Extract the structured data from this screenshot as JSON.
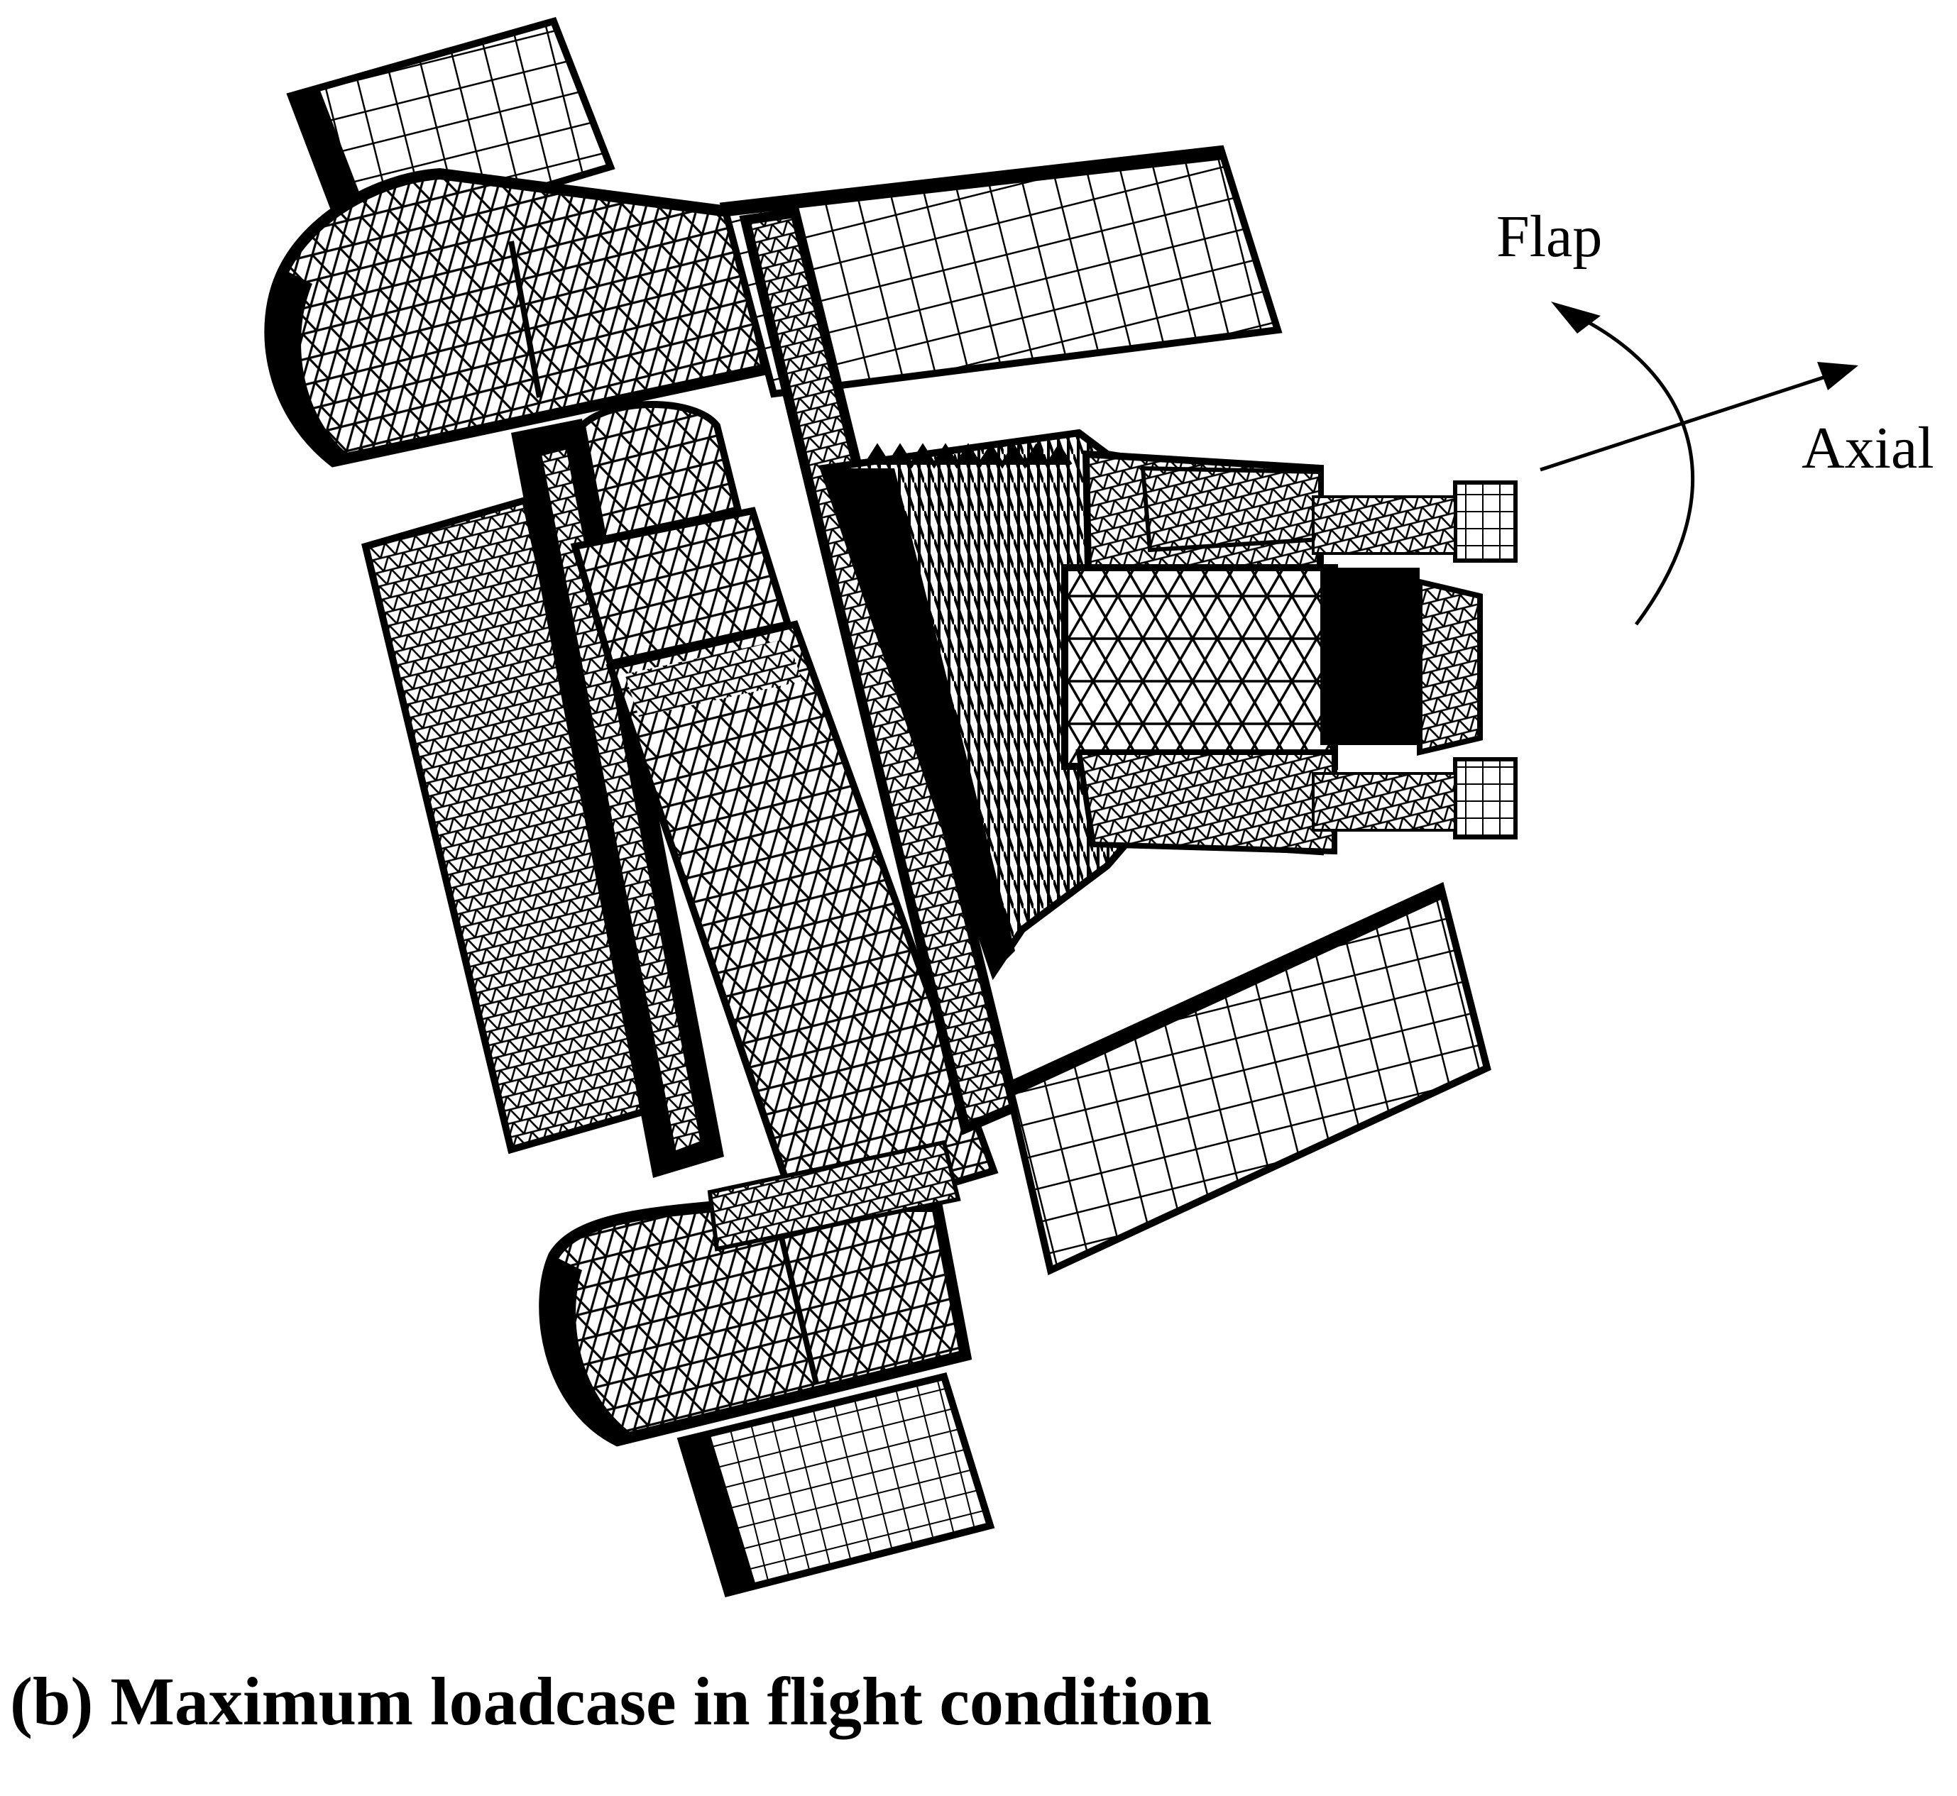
{
  "axis_labels": {
    "flap": "Flap",
    "axial": "Axial"
  },
  "caption": "(b) Maximum loadcase in flight condition",
  "colors": {
    "ink": "#000000",
    "background": "#ffffff"
  }
}
